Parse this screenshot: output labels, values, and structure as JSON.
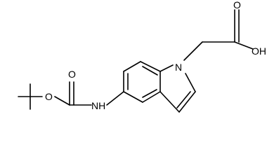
{
  "molecule": {
    "atom_labels": {
      "n_indole": "N",
      "o_carbonyl_acid": "O",
      "oh_acid": "OH",
      "o_carbamate_carbonyl": "O",
      "o_carbamate_ester": "O",
      "nh_carbamate": "NH"
    }
  },
  "colors": {
    "bond": "#000000",
    "label": "#000000",
    "background": "#ffffff"
  }
}
